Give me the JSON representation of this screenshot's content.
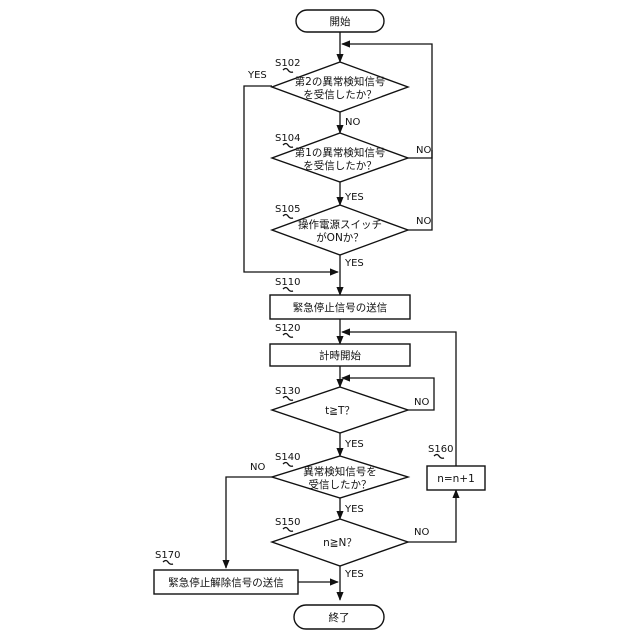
{
  "nodes": {
    "start": "開始",
    "s102": [
      "第2の異常検知信号",
      "を受信したか？"
    ],
    "s104": [
      "第1の異常検知信号",
      "を受信したか？"
    ],
    "s105": [
      "操作電源スイッチ",
      "がONか？"
    ],
    "s110": "緊急停止信号の送信",
    "s120": "計時開始",
    "s130": "t≧T？",
    "s140": [
      "異常検知信号を",
      "受信したか？"
    ],
    "s150": "n≧N？",
    "s160": "n=n+1",
    "s170": "緊急停止解除信号の送信",
    "end": "終了"
  },
  "step_labels": {
    "s102": "S102",
    "s104": "S104",
    "s105": "S105",
    "s110": "S110",
    "s120": "S120",
    "s130": "S130",
    "s140": "S140",
    "s150": "S150",
    "s160": "S160",
    "s170": "S170"
  },
  "branch_labels": {
    "s102_yes": "YES",
    "s102_no": "NO",
    "s104_no": "NO",
    "s104_yes": "YES",
    "s105_no": "NO",
    "s105_yes": "YES",
    "s130_no": "NO",
    "s130_yes": "YES",
    "s140_no": "NO",
    "s140_yes": "YES",
    "s150_no": "NO",
    "s150_yes": "YES"
  }
}
